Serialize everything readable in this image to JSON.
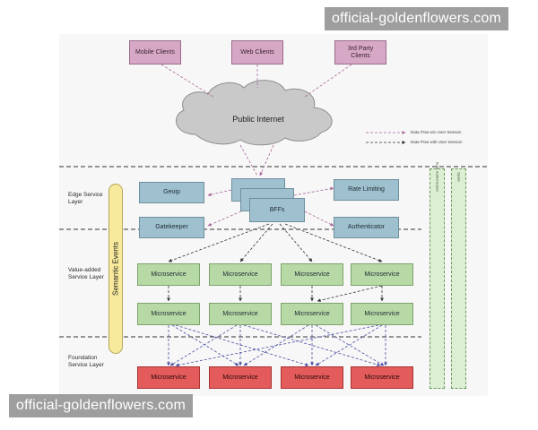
{
  "watermark_text": "official-goldenflowers.com",
  "clients": [
    "Mobile Clients",
    "Web Clients",
    "3rd Party Clients"
  ],
  "internet_label": "Public Internet",
  "legend": {
    "line1": "Data Flow w/o User Session",
    "line2": "Data Flow with User Session",
    "colors": {
      "nosession": "#a9679a",
      "session": "#333333"
    }
  },
  "layers": {
    "edge": "Edge Service Layer",
    "value": "Value-added Service Layer",
    "foundation": "Foundation Service Layer"
  },
  "edge_services": {
    "geoip": "Geoip",
    "gatekeeper": "Gatekeeper",
    "bffs": "BFFs",
    "rate_limiting": "Rate Limiting",
    "authenticator": "Authenticator"
  },
  "semantic_events": "Semantic Events",
  "side_bars": [
    "Auth, Authorization",
    "Zipkin"
  ],
  "microservice_label": "Microservice",
  "colors": {
    "client": "#d7a8c6",
    "edge": "#9fc1cf",
    "value": "#b7d9a6",
    "foundation": "#e35b5b",
    "semantic": "#f8ea9c",
    "cloud": "#c9c9c9"
  }
}
